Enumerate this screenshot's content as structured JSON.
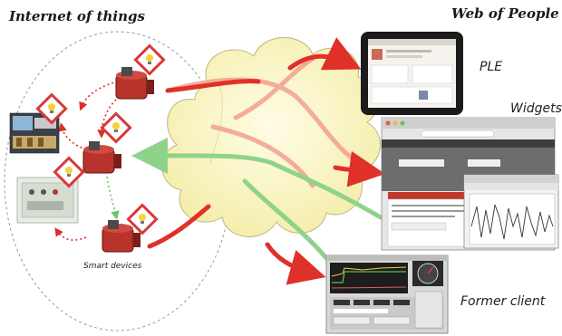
{
  "headings": {
    "iot": "Internet of things",
    "web_of_people": "Web of People"
  },
  "labels": {
    "ple": "PLE",
    "widgets": "Widgets",
    "former_client": "Former client",
    "smart_devices": "Smart devices"
  },
  "colors": {
    "red_arrow": "#e0302a",
    "pink_arrow": "#f2a08e",
    "green_arrow": "#8fd38a",
    "cloud_fill": "#fbf7c8",
    "device_red": "#b7332c",
    "alert_red": "#d83a3a"
  }
}
